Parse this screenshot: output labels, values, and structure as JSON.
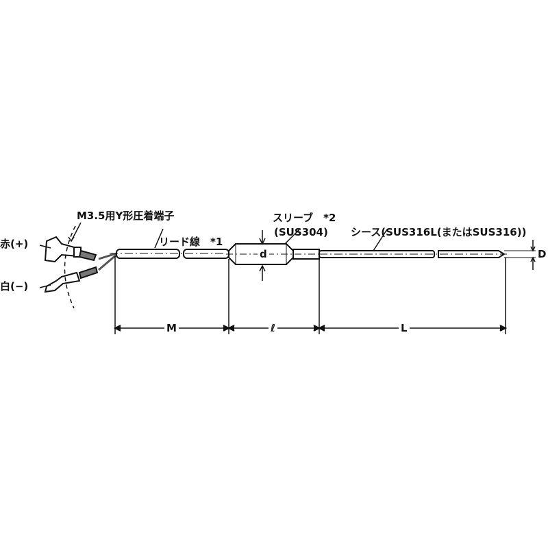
{
  "diagram": {
    "title": "Sheathed thermocouple with lead wire",
    "labels": {
      "terminal": "M3.5用Y形圧着端子",
      "red_plus": "赤(+)",
      "white_minus": "白(−)",
      "lead_wire": "リード線　*1",
      "sleeve": "スリーブ　*2",
      "sleeve_material": "(SUS304)",
      "sheath": "シース(SUS316L(またはSUS316))"
    },
    "dimensions": {
      "M": "M",
      "l": "ℓ",
      "L": "L",
      "d": "d",
      "D": "D"
    },
    "colors": {
      "line": "#111111",
      "background": "#ffffff"
    }
  }
}
